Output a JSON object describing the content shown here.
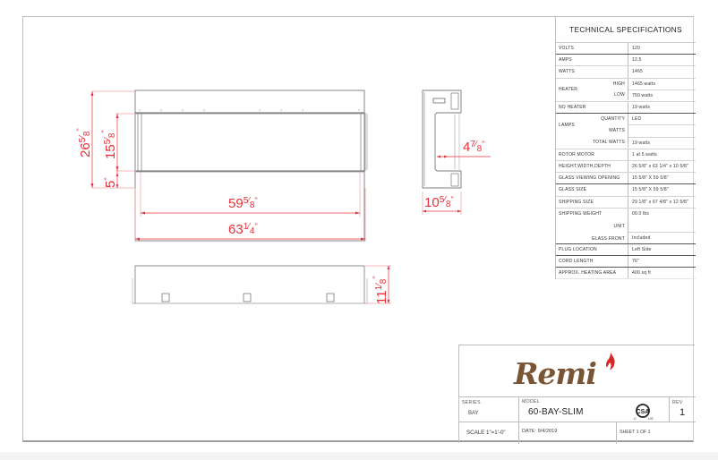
{
  "drawing": {
    "views": {
      "front": {
        "dimensions": {
          "overall_height": {
            "whole": "26",
            "num": "5",
            "den": "8",
            "unit": "\""
          },
          "glass_height": {
            "whole": "15",
            "num": "5",
            "den": "8",
            "unit": "\""
          },
          "bottom_height": {
            "whole": "5",
            "num": "",
            "den": "",
            "unit": "\""
          },
          "glass_width": {
            "whole": "59",
            "num": "5",
            "den": "8",
            "unit": "\""
          },
          "overall_width": {
            "whole": "63",
            "num": "1",
            "den": "4",
            "unit": "\""
          }
        }
      },
      "side": {
        "dimensions": {
          "glass_depth": {
            "whole": "4",
            "num": "7",
            "den": "8",
            "unit": "\""
          },
          "overall_depth": {
            "whole": "10",
            "num": "5",
            "den": "8",
            "unit": "\""
          }
        }
      },
      "top": {
        "dimensions": {
          "depth": {
            "whole": "11",
            "num": "1",
            "den": "8",
            "unit": "\""
          }
        }
      }
    },
    "dimension_color": "#e8303a",
    "line_color": "#555555"
  },
  "specs": {
    "title": "TECHNICAL SPECIFICATIONS",
    "volts": {
      "label": "VOLTS",
      "value": "120"
    },
    "amps": {
      "label": "AMPS",
      "value": "12.5"
    },
    "watts": {
      "label": "WATTS",
      "value": "1465"
    },
    "heater": {
      "label": "HEATER",
      "high_label": "HIGH",
      "high_value": "1465  watts",
      "low_label": "LOW",
      "low_value": "750 watts"
    },
    "no_heater": {
      "label": "NO HEATER",
      "value": "19 watts"
    },
    "lamps": {
      "label": "LAMPS",
      "quantity_label": "QUANTITY",
      "quantity_value": "LED",
      "watts_label": "WATTS",
      "watts_value": "",
      "total_label": "TOTAL WATTS",
      "total_value": "19 watts"
    },
    "rotor_motor": {
      "label": "ROTOR MOTOR",
      "value": "1 at 5 watts"
    },
    "hwd": {
      "label": "HEIGHT,WIDTH,DEPTH",
      "value": "26 5/8\" x 63 1/4\" x 10 5/8\""
    },
    "glass_viewing": {
      "label": "GLASS VIEWING OPENING",
      "value": "15 5/8\" X 59 5/8\""
    },
    "glass_size": {
      "label": "GLASS SIZE",
      "value": "15 5/8\" X 59 5/8\""
    },
    "shipping_size": {
      "label": "SHIPPING SIZE",
      "value": "29 1/8\" x 67 4/8\" x 12 5/8\""
    },
    "shipping_weight": {
      "label": "SHIPPING WEIGHT",
      "value": "00.0 lbs",
      "unit_label": "UNIT",
      "unit_value": "",
      "glass_front_label": "GLASS FRONT",
      "glass_front_value": "Included"
    },
    "plug_location": {
      "label": "PLUG LOCATION",
      "value": "Left Side"
    },
    "cord_length": {
      "label": "CORD LENGTH",
      "value": "76\""
    },
    "heating_area": {
      "label": "APPROX. HEATING AREA",
      "value": "400 sq ft"
    }
  },
  "title_block": {
    "logo_text": "Remi",
    "logo_colors": {
      "text": "#7a5535",
      "flame": "#d42a2a"
    },
    "series_label": "SERIES",
    "series_value": "BAY",
    "model_label": "MODEL",
    "model_value": "60-BAY-SLIM",
    "rev_label": "REV",
    "rev_value": "1",
    "cert_mark": "CSA",
    "cert_left": "C",
    "cert_right": "US",
    "scale": "SCALE 1\"=1'-0\"",
    "date": "DATE:  9/4/2019",
    "sheet": "SHEET 1 OF 1"
  }
}
